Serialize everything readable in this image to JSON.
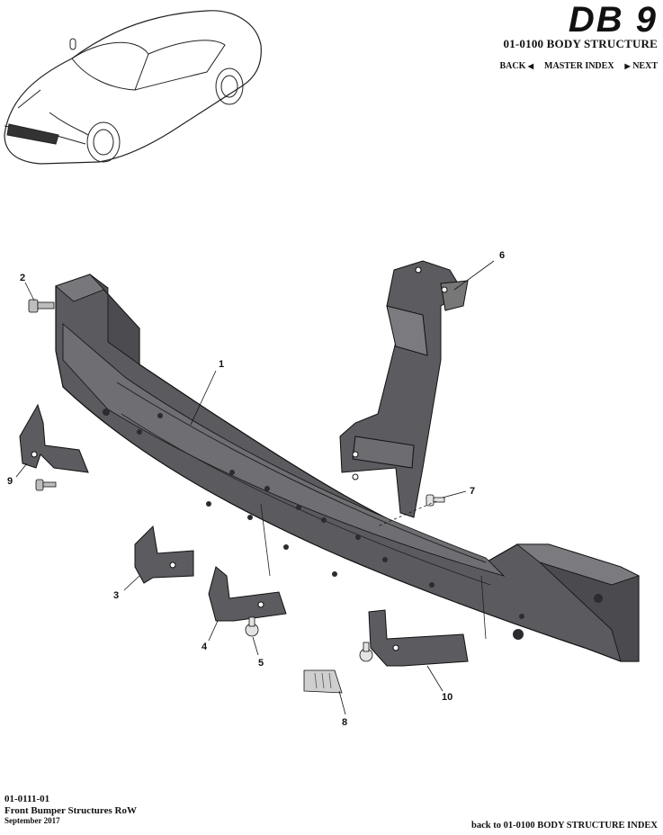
{
  "header": {
    "logo": "DB 9",
    "section_title": "01-0100 BODY STRUCTURE",
    "nav": {
      "back": "BACK",
      "master_index": "MASTER INDEX",
      "next": "NEXT"
    }
  },
  "callouts": [
    "1",
    "2",
    "3",
    "4",
    "5",
    "6",
    "7",
    "8",
    "9",
    "10"
  ],
  "footer": {
    "code": "01-0111-01",
    "title": "Front Bumper Structures RoW",
    "date": "September 2017",
    "back_link": "back to 01-0100 BODY STRUCTURE INDEX"
  },
  "colors": {
    "part_fill": "#5b5b60",
    "part_dark": "#3e3e42",
    "part_light": "#77777c",
    "line": "#111111"
  }
}
